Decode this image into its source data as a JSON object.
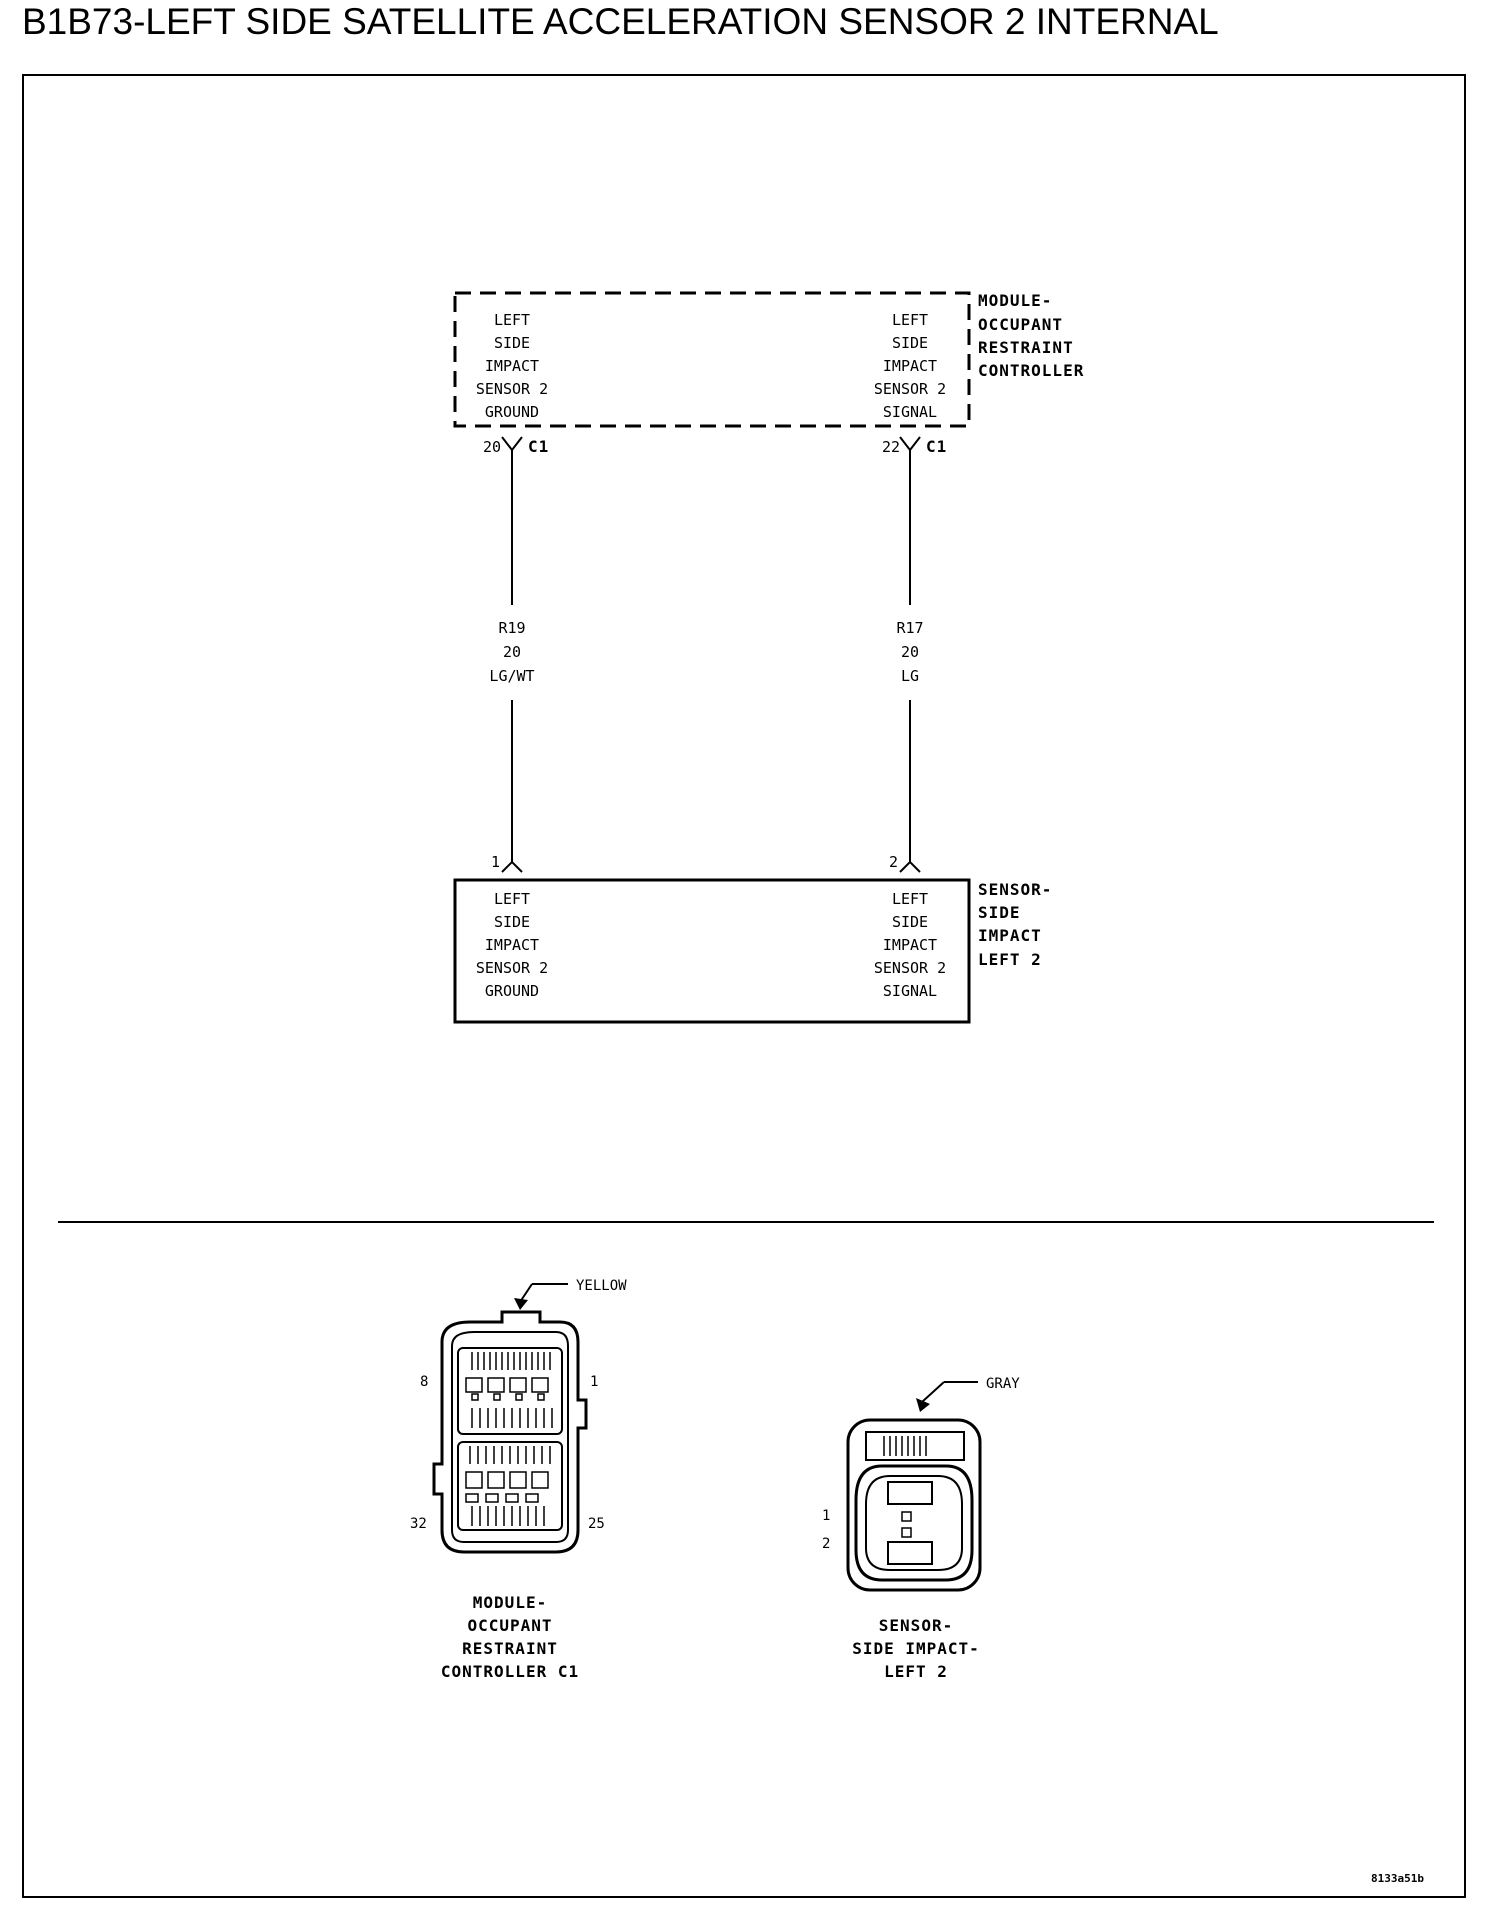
{
  "title": "B1B73-LEFT SIDE SATELLITE ACCELERATION SENSOR 2 INTERNAL",
  "module": {
    "name_lines": [
      "MODULE-",
      "OCCUPANT",
      "RESTRAINT",
      "CONTROLLER"
    ],
    "left_pin_lines": [
      "LEFT",
      "SIDE",
      "IMPACT",
      "SENSOR 2",
      "GROUND"
    ],
    "right_pin_lines": [
      "LEFT",
      "SIDE",
      "IMPACT",
      "SENSOR 2",
      "SIGNAL"
    ],
    "left_pin_number": "20",
    "right_pin_number": "22",
    "connector": "C1"
  },
  "wires": [
    {
      "circuit": "R19",
      "gauge": "20",
      "color": "LG/WT"
    },
    {
      "circuit": "R17",
      "gauge": "20",
      "color": "LG"
    }
  ],
  "sensor": {
    "name_lines": [
      "SENSOR-",
      "SIDE",
      "IMPACT",
      "LEFT 2"
    ],
    "left_pin_lines": [
      "LEFT",
      "SIDE",
      "IMPACT",
      "SENSOR 2",
      "GROUND"
    ],
    "right_pin_lines": [
      "LEFT",
      "SIDE",
      "IMPACT",
      "SENSOR 2",
      "SIGNAL"
    ],
    "left_pin_number": "1",
    "right_pin_number": "2"
  },
  "connector_views": {
    "module_c1": {
      "color": "YELLOW",
      "pin_labels": {
        "top_left": "8",
        "top_right": "1",
        "bottom_left": "32",
        "bottom_right": "25"
      },
      "caption_lines": [
        "MODULE-",
        "OCCUPANT",
        "RESTRAINT",
        "CONTROLLER C1"
      ]
    },
    "sensor": {
      "color": "GRAY",
      "pin_labels": {
        "pin1": "1",
        "pin2": "2"
      },
      "caption_lines": [
        "SENSOR-",
        "SIDE IMPACT-",
        "LEFT 2"
      ]
    }
  },
  "figure_id": "8133a51b"
}
